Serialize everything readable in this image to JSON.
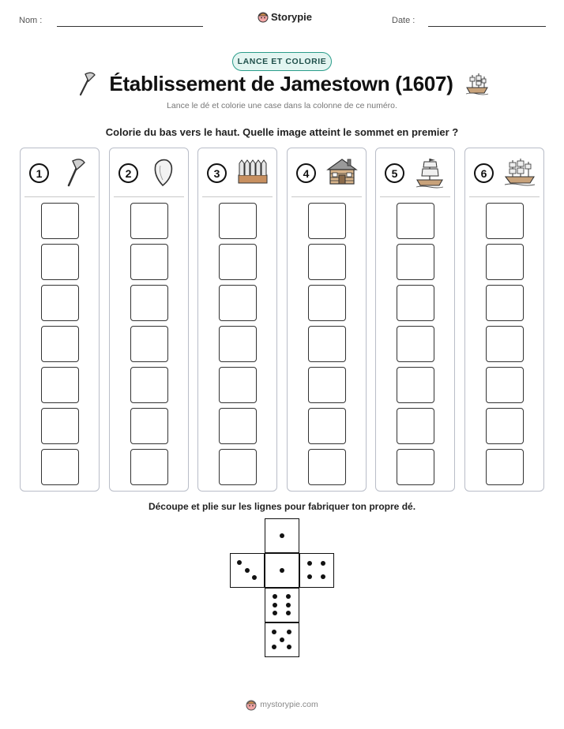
{
  "header": {
    "name_label": "Nom :",
    "date_label": "Date :",
    "logo_text": "Storypie"
  },
  "badge": "LANCE ET COLORIE",
  "title": "Établissement de Jamestown (1607)",
  "subtitle": "Lance le dé et colorie une case dans la colonne de ce numéro.",
  "instruction": "Colorie du bas vers le haut. Quelle image atteint le sommet en premier ?",
  "columns": [
    {
      "number": "1",
      "icon": "axe-icon"
    },
    {
      "number": "2",
      "icon": "arrowhead-icon"
    },
    {
      "number": "3",
      "icon": "palisade-fence-icon"
    },
    {
      "number": "4",
      "icon": "log-cabin-icon"
    },
    {
      "number": "5",
      "icon": "sailboat-icon"
    },
    {
      "number": "6",
      "icon": "tall-ship-icon"
    }
  ],
  "cells_per_column": 7,
  "cut_instruction": "Découpe et plie sur les lignes pour fabriquer ton propre dé.",
  "dice_faces": [
    1,
    3,
    1,
    4,
    6,
    5
  ],
  "footer": "mystorypie.com"
}
